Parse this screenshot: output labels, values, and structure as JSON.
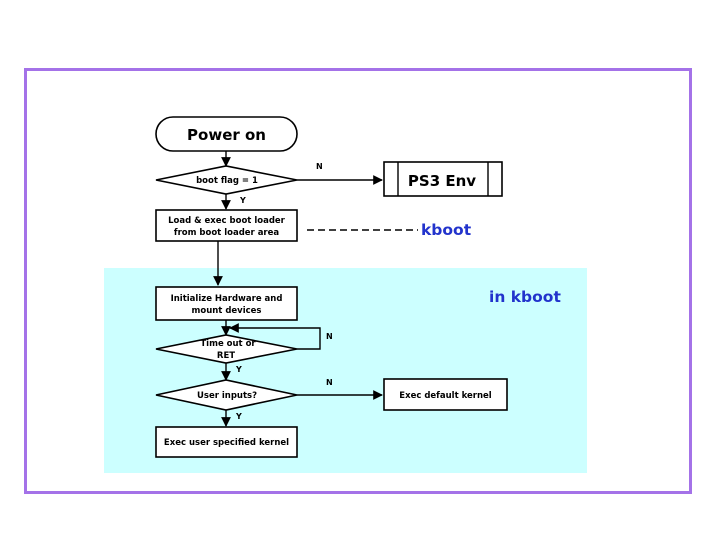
{
  "nodes": {
    "power_on": "Power on",
    "boot_flag": "boot flag = 1",
    "ps3_env": "PS3 Env",
    "load_exec_line1": "Load & exec boot loader",
    "load_exec_line2": "from boot loader area",
    "kboot": "kboot",
    "in_kboot": "in kboot",
    "init_hw_line1": "Initialize Hardware and",
    "init_hw_line2": "mount devices",
    "timeout_line1": "Time out or",
    "timeout_line2": "RET",
    "user_inputs": "User inputs?",
    "exec_default": "Exec default kernel",
    "exec_user": "Exec user specified kernel"
  },
  "labels": {
    "boot_flag_no": "N",
    "boot_flag_yes": "Y",
    "timeout_no": "N",
    "timeout_yes": "Y",
    "user_inputs_no": "N",
    "user_inputs_yes": "Y"
  },
  "colors": {
    "frame_border": "#a472e8",
    "kboot_region": "#ccffff",
    "accent_text": "#2233cc"
  }
}
